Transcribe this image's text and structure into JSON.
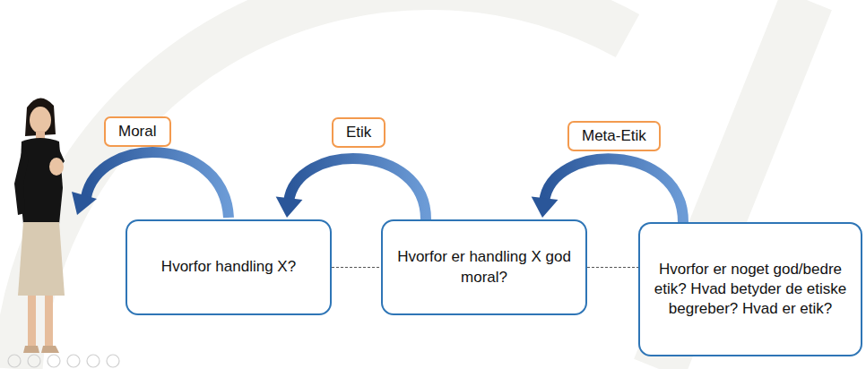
{
  "diagram": {
    "nodes": [
      {
        "text": [
          "Moral"
        ]
      },
      {
        "text": [
          "Etik"
        ]
      },
      {
        "text": [
          "Meta-Etik"
        ]
      },
      {
        "text": [
          "Hvorfor handling X?"
        ]
      },
      {
        "text": [
          "Hvorfor er handling X god moral?"
        ]
      },
      {
        "text": [
          "Hvorfor er noget god/bedre etik? Hvad betyder de etiske begreber? Hvad er etik?"
        ]
      }
    ],
    "edges": [
      {
        "from": 3,
        "to": 4,
        "arrow": "none"
      },
      {
        "from": 4,
        "to": 5,
        "arrow": "none"
      },
      {
        "from": 4,
        "to": 3,
        "arrow": "to"
      },
      {
        "from": 5,
        "to": 4,
        "arrow": "to"
      }
    ]
  }
}
